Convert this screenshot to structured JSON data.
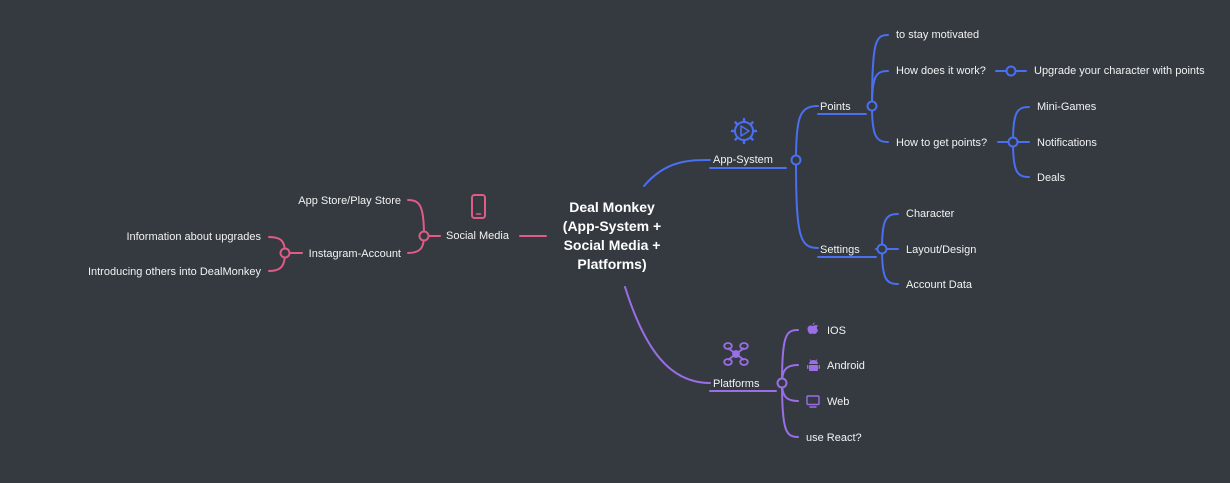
{
  "root": {
    "lines": [
      "Deal Monkey",
      "(App-System +",
      "Social Media +",
      "Platforms)"
    ]
  },
  "colors": {
    "background": "#343a40",
    "app_system": "#4a6ff0",
    "social_media": "#e05b86",
    "platforms": "#9a6fe6",
    "text": "#f2f2f2"
  },
  "app_system": {
    "label": "App-System",
    "icon": "gear-play-icon",
    "points": {
      "label": "Points",
      "items": [
        "to stay motivated",
        "How does it work?",
        "How to get points?"
      ],
      "how_it_works": "Upgrade your character with points",
      "how_to_get": [
        "Mini-Games",
        "Notifications",
        "Deals"
      ]
    },
    "settings": {
      "label": "Settings",
      "items": [
        "Character",
        "Layout/Design",
        "Account Data"
      ]
    }
  },
  "social_media": {
    "label": "Social Media",
    "icon": "smartphone-icon",
    "items": [
      "App Store/Play Store",
      "Instagram-Account"
    ],
    "instagram": [
      "Information about upgrades",
      "Introducing others into DealMonkey"
    ]
  },
  "platforms": {
    "label": "Platforms",
    "icon": "network-icon",
    "items": [
      {
        "label": "IOS",
        "icon": "apple-icon"
      },
      {
        "label": "Android",
        "icon": "android-icon"
      },
      {
        "label": "Web",
        "icon": "monitor-icon"
      },
      {
        "label": "use React?",
        "icon": ""
      }
    ]
  }
}
